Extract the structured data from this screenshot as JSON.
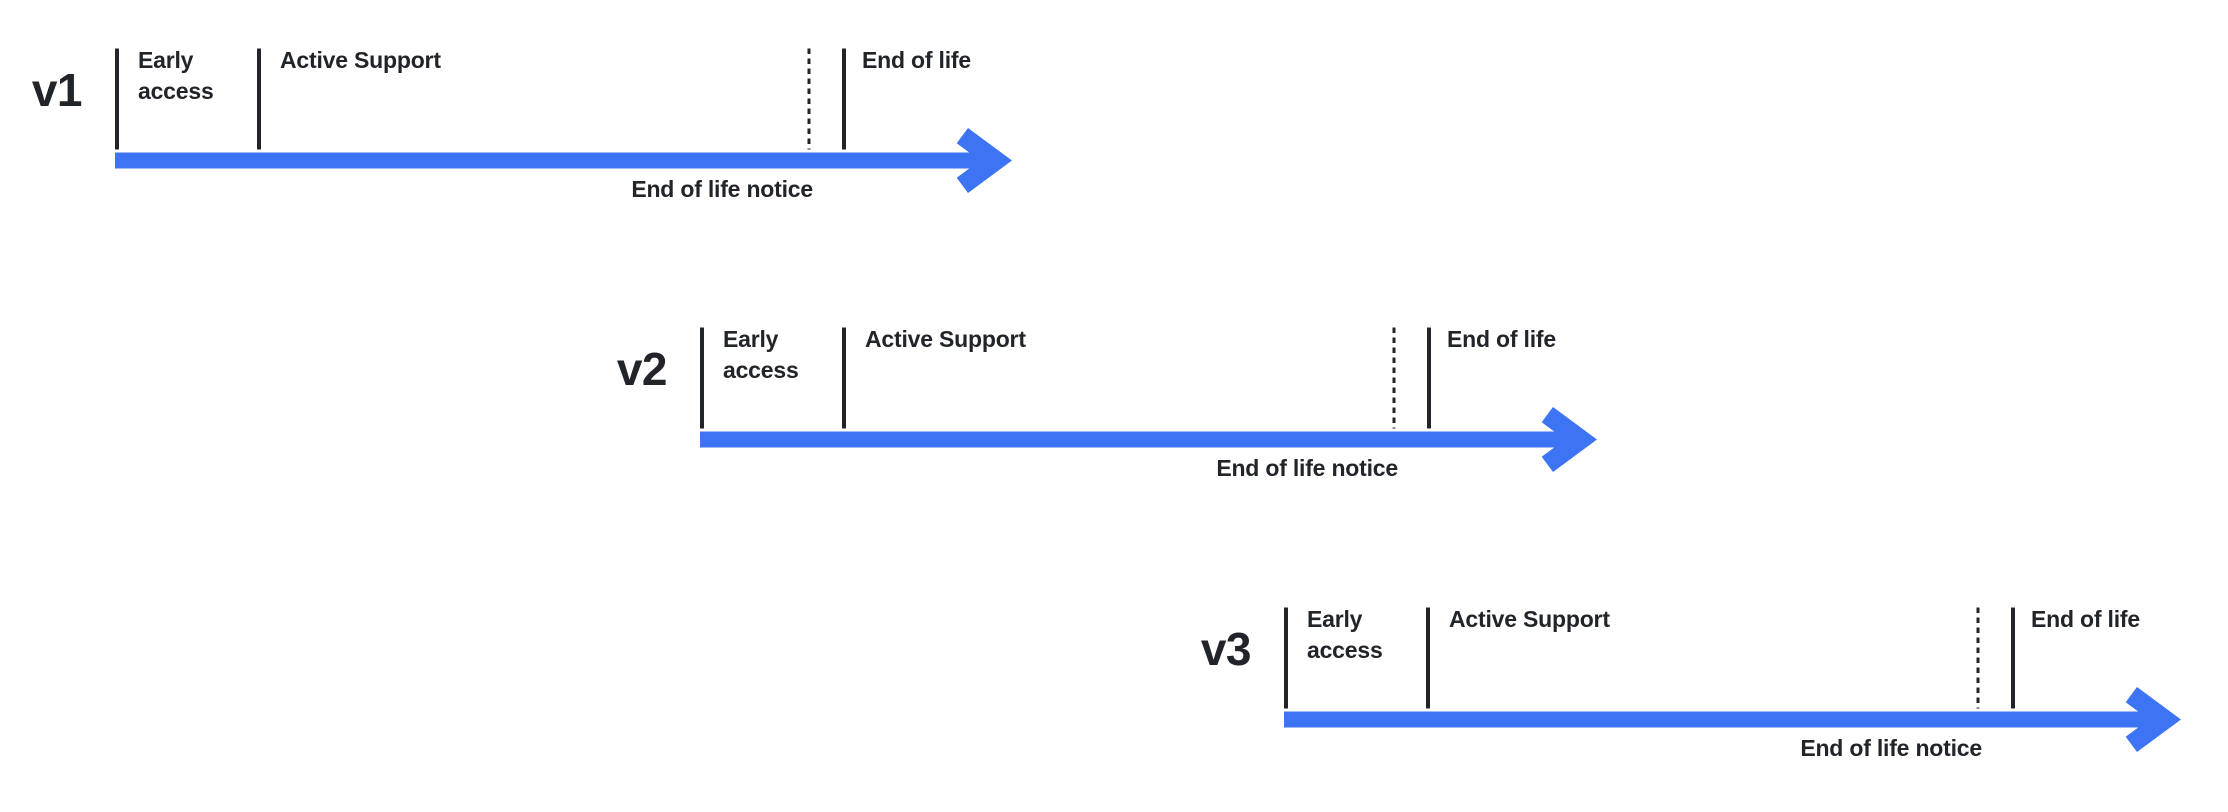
{
  "colors": {
    "arrow_blue": "#3D74F3",
    "ink": "#212529"
  },
  "rows": [
    {
      "version": "v1",
      "labels": {
        "early_access_line1": "Early",
        "early_access_line2": "access",
        "active_support": "Active Support",
        "end_of_life": "End of life",
        "end_of_life_notice": "End of life notice"
      }
    },
    {
      "version": "v2",
      "labels": {
        "early_access_line1": "Early",
        "early_access_line2": "access",
        "active_support": "Active Support",
        "end_of_life": "End of life",
        "end_of_life_notice": "End of life notice"
      }
    },
    {
      "version": "v3",
      "labels": {
        "early_access_line1": "Early",
        "early_access_line2": "access",
        "active_support": "Active Support",
        "end_of_life": "End of life",
        "end_of_life_notice": "End of life notice"
      }
    }
  ]
}
